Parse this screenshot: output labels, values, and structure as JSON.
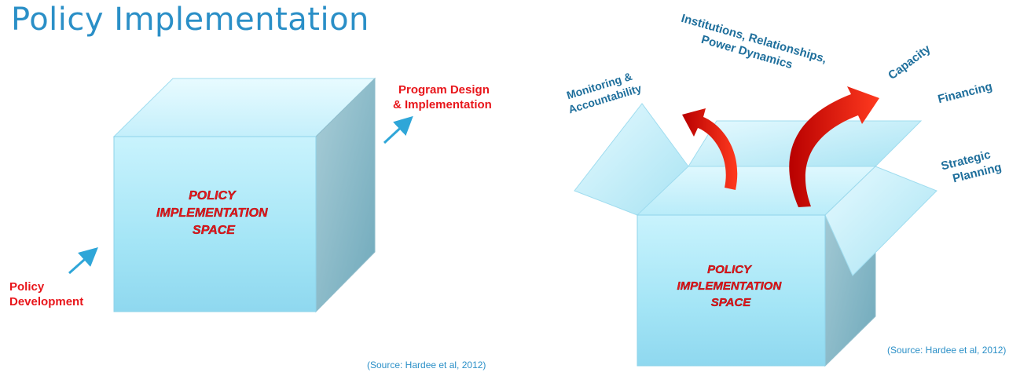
{
  "title": "Policy Implementation",
  "left_panel": {
    "cube_label_lines": [
      "POLICY",
      "IMPLEMENTATION",
      "SPACE"
    ],
    "input_label_lines": [
      "Policy",
      "Development"
    ],
    "output_label_lines": [
      "Program Design",
      "& Implementation"
    ],
    "source": "(Source: Hardee et al, 2012)"
  },
  "right_panel": {
    "cube_label_lines": [
      "POLICY",
      "IMPLEMENTATION",
      "SPACE"
    ],
    "factors": {
      "monitoring": [
        "Monitoring &",
        "Accountability"
      ],
      "institutions": [
        "Institutions, Relationships,",
        "Power Dynamics"
      ],
      "capacity": [
        "Capacity"
      ],
      "financing": [
        "Financing"
      ],
      "strategic": [
        "Strategic",
        "Planning"
      ]
    },
    "source": "(Source: Hardee et al, 2012)"
  },
  "colors": {
    "title": "#2a8fc7",
    "accent_red": "#e8161b",
    "factor_blue": "#1f6f9c",
    "box_light": "#d8f6fd",
    "box_mid": "#a6e4f5",
    "box_side": "#7fb6c6"
  }
}
